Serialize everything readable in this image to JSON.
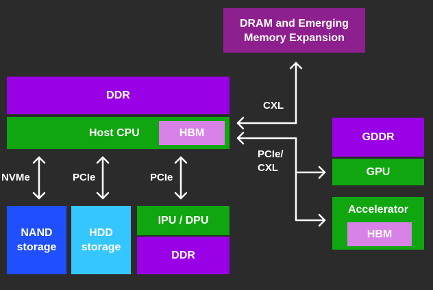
{
  "diagram": {
    "dram_box": "DRAM and Emerging\nMemory Expansion",
    "ddr_top": "DDR",
    "host_cpu": "Host CPU",
    "hbm_cpu": "HBM",
    "gddr": "GDDR",
    "gpu": "GPU",
    "accelerator": "Accelerator",
    "hbm_acc": "HBM",
    "nand": "NAND\nstorage",
    "hdd": "HDD\nstorage",
    "ipu_dpu": "IPU / DPU",
    "ddr_bottom": "DDR",
    "label_cxl": "CXL",
    "label_pcie_cxl": "PCIe/\nCXL",
    "label_nvme": "NVMe",
    "label_pcie_1": "PCIe",
    "label_pcie_2": "PCIe"
  },
  "colors": {
    "background": "#2b2b2b",
    "ddr_purple": "#9900e5",
    "cpu_green": "#0fa60f",
    "hbm_pink": "#d881e6",
    "nand_blue": "#1f4fff",
    "hdd_cyan": "#35c6ff",
    "dram_magenta": "#8e1f8e",
    "arrow_white": "#ffffff"
  }
}
